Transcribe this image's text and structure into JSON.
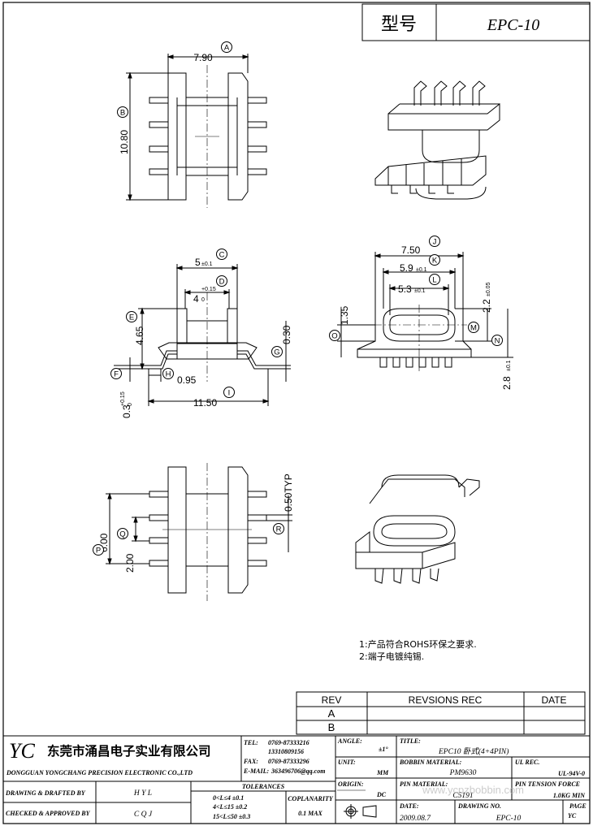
{
  "header": {
    "label": "型号",
    "model": "EPC-10"
  },
  "dimensions": {
    "A": "7.90",
    "B": "10.80",
    "C": "5",
    "C_tol": "±0.1",
    "D": "4",
    "D_tol_up": "+0.15",
    "D_tol_dn": "0",
    "E": "4.65",
    "F_val": "0.3",
    "F_tol_up": "+0.15",
    "F_tol_dn": "0",
    "G": "0.30",
    "H": "0.95",
    "I": "11.50",
    "J": "7.50",
    "K": "5.9",
    "K_tol": "±0.1",
    "L": "5.3",
    "L_tol": "±0.1",
    "M": "2.2",
    "M_tol": "±0.05",
    "N": "2.8",
    "N_tol": "±0.1",
    "O": "1.35",
    "P": "6.00",
    "Q": "2.00",
    "R": "0.50TYP"
  },
  "callouts": [
    "A",
    "B",
    "C",
    "D",
    "E",
    "F",
    "G",
    "H",
    "I",
    "J",
    "K",
    "L",
    "M",
    "N",
    "O",
    "P",
    "Q",
    "R"
  ],
  "notes": [
    "1:产品符合ROHS环保之要求.",
    "2:端子电镀纯锡."
  ],
  "revisions": {
    "header_rev": "REV",
    "header_rec": "REVSIONS  REC",
    "header_date": "DATE",
    "rows": [
      "A",
      "B"
    ]
  },
  "title_block": {
    "logo": "YC",
    "company_cn": "东莞市涌昌电子实业有限公司",
    "company_en": "DONGGUAN YONGCHANG PRECISION ELECTRONIC CO.,LTD",
    "tel_label": "TEL:",
    "tel1": "0769-87333216",
    "tel2": "13310809156",
    "fax_label": "FAX:",
    "fax": "0769-87333296",
    "email_label": "E-MAIL:",
    "email": "363496706@qq.com",
    "drawing_label": "DRAWING & DRAFTED BY",
    "drawing_by": "H Y L",
    "checked_label": "CHECKED & APPROVED BY",
    "checked_by": "C Q J",
    "tolerances_label": "TOLERANCES",
    "tol1": "0<L≤4   ±0.1",
    "tol2": "4<L≤15  ±0.2",
    "tol3": "15<L≤50  ±0.3",
    "coplanarity_label": "COPLANARITY",
    "coplanarity": "0.1 MAX",
    "angle_label": "ANGLE:",
    "angle": "±1°",
    "unit_label": "UNIT:",
    "unit": "MM",
    "origin_label": "ORIGIN:",
    "origin": "DC",
    "title_label": "TITLE:",
    "title": "EPC10  卧式(4+4PIN)",
    "bobbin_label": "BOBBIN MATERIAL:",
    "bobbin": "PM9630",
    "ul_label": "UL REC.",
    "ul": "UL-94V-0",
    "pin_label": "PIN MATERIAL:",
    "pin": "C5191",
    "tension_label": "PIN TENSION FORCE",
    "tension": "1.0KG MIN",
    "date_label": "DATE:",
    "date": "2009.08.7",
    "drawno_label": "DRAWING NO.",
    "drawno": "EPC-10",
    "page_label": "PAGE",
    "page": "YC",
    "watermark": "www.ycpzbobbin.com"
  }
}
